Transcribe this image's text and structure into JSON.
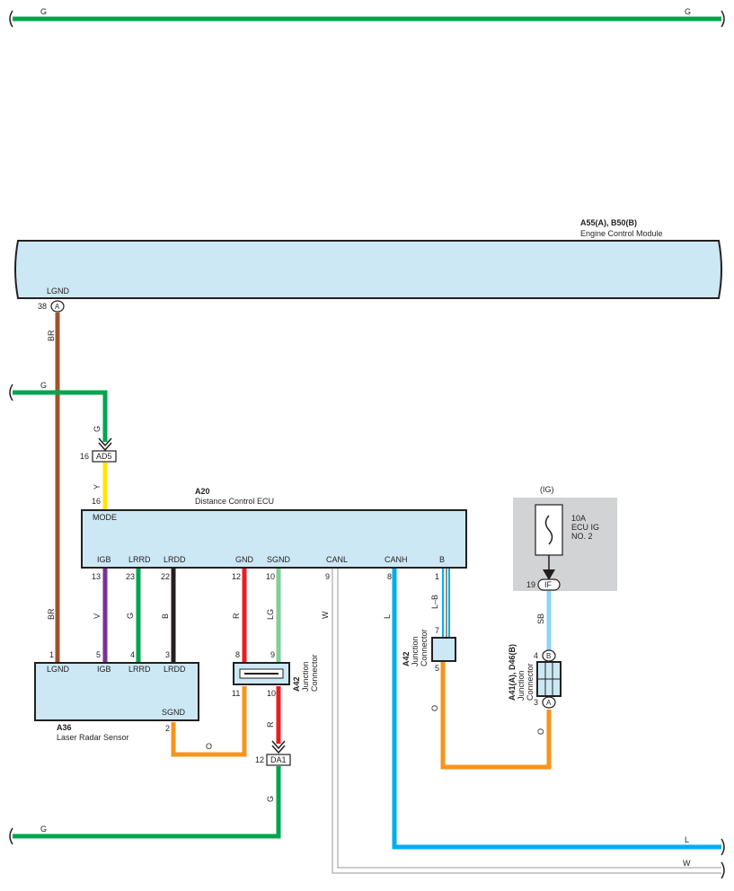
{
  "colors": {
    "G": "#00a54f",
    "BR": "#a0522d",
    "Y": "#ffe600",
    "V": "#7b3294",
    "B": "#231f20",
    "R": "#ed1c24",
    "LG": "#7fcf9a",
    "W": "#9a9a9a",
    "L": "#00aeef",
    "SB": "#8dd4f5",
    "O": "#f7941d",
    "box": "#cce8f4",
    "fusebox": "#d1d3d4"
  },
  "ecm": {
    "code": "A55(A), B50(B)",
    "name": "Engine Control Module",
    "pin_label": "LGND",
    "pin_num": "38",
    "pin_connector": "A"
  },
  "ecu": {
    "code": "A20",
    "name": "Distance Control ECU",
    "mode_label": "MODE",
    "mode_pin": "16",
    "pins": [
      {
        "label": "IGB",
        "num": "13"
      },
      {
        "label": "LRRD",
        "num": "23"
      },
      {
        "label": "LRDD",
        "num": "22"
      },
      {
        "label": "GND",
        "num": "12"
      },
      {
        "label": "SGND",
        "num": "10"
      },
      {
        "label": "CANL",
        "num": "9"
      },
      {
        "label": "CANH",
        "num": "8"
      },
      {
        "label": "B",
        "num": "1"
      }
    ]
  },
  "sensor": {
    "code": "A36",
    "name": "Laser Radar Sensor",
    "pins": [
      {
        "label": "LGND",
        "num": "1"
      },
      {
        "label": "IGB",
        "num": "5"
      },
      {
        "label": "LRRD",
        "num": "4"
      },
      {
        "label": "LRDD",
        "num": "3"
      }
    ],
    "sgnd_label": "SGND",
    "sgnd_num": "2"
  },
  "connectors": {
    "ad5": {
      "label": "AD5",
      "num": "16"
    },
    "da1": {
      "label": "DA1",
      "num": "12"
    },
    "if_conn": {
      "label": "IF",
      "num": "19"
    }
  },
  "junction_left": {
    "code": "A42",
    "name_line1": "Junction",
    "name_line2": "Connector",
    "pin_top": "9",
    "pin_bl": "8",
    "pin_bottom_l": "11",
    "pin_bottom_r": "10"
  },
  "junction_mid": {
    "code": "A42",
    "name_line1": "Junction",
    "name_line2": "Connector",
    "pin_top": "7",
    "pin_bottom": "5"
  },
  "junction_right": {
    "code": "A41(A), D46(B)",
    "name_line1": "Junction",
    "name_line2": "Connector",
    "pin_top": "4",
    "pin_top_conn": "B",
    "pin_bottom": "3",
    "pin_bottom_conn": "A"
  },
  "fuse": {
    "ig_label": "(IG)",
    "line1": "10A",
    "line2": "ECU IG",
    "line3": "NO. 2"
  },
  "wire_labels": {
    "G": "G",
    "BR": "BR",
    "Y": "Y",
    "V": "V",
    "B": "B",
    "R": "R",
    "LG": "LG",
    "W": "W",
    "L": "L",
    "SB": "SB",
    "O": "O",
    "LB": "L–B"
  }
}
